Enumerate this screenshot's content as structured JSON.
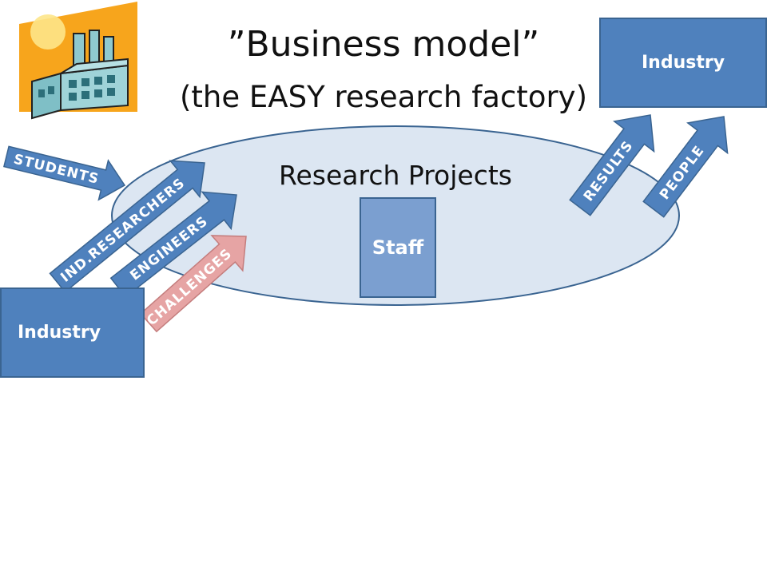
{
  "title": {
    "main": "”Business model”",
    "sub": "(the EASY research factory)"
  },
  "ellipse": {
    "label": "Research Projects"
  },
  "boxes": {
    "industry_top": "Industry",
    "industry_bottom": "Industry",
    "staff": "Staff"
  },
  "arrows": {
    "students": "STUDENTS",
    "ind_researchers": "IND.RESEARCHERS",
    "engineers": "ENGINEERS",
    "challenges": "CHALLENGES",
    "results": "RESULTS",
    "people": "PEOPLE"
  },
  "colors": {
    "arrow_blue": "#4f81bd",
    "arrow_pink": "#e6a4a4",
    "ellipse_fill": "#dce6f2",
    "box_blue": "#4f81bd",
    "staff_blue": "#7b9fd0"
  },
  "icons": {
    "logo": "factory-icon"
  }
}
